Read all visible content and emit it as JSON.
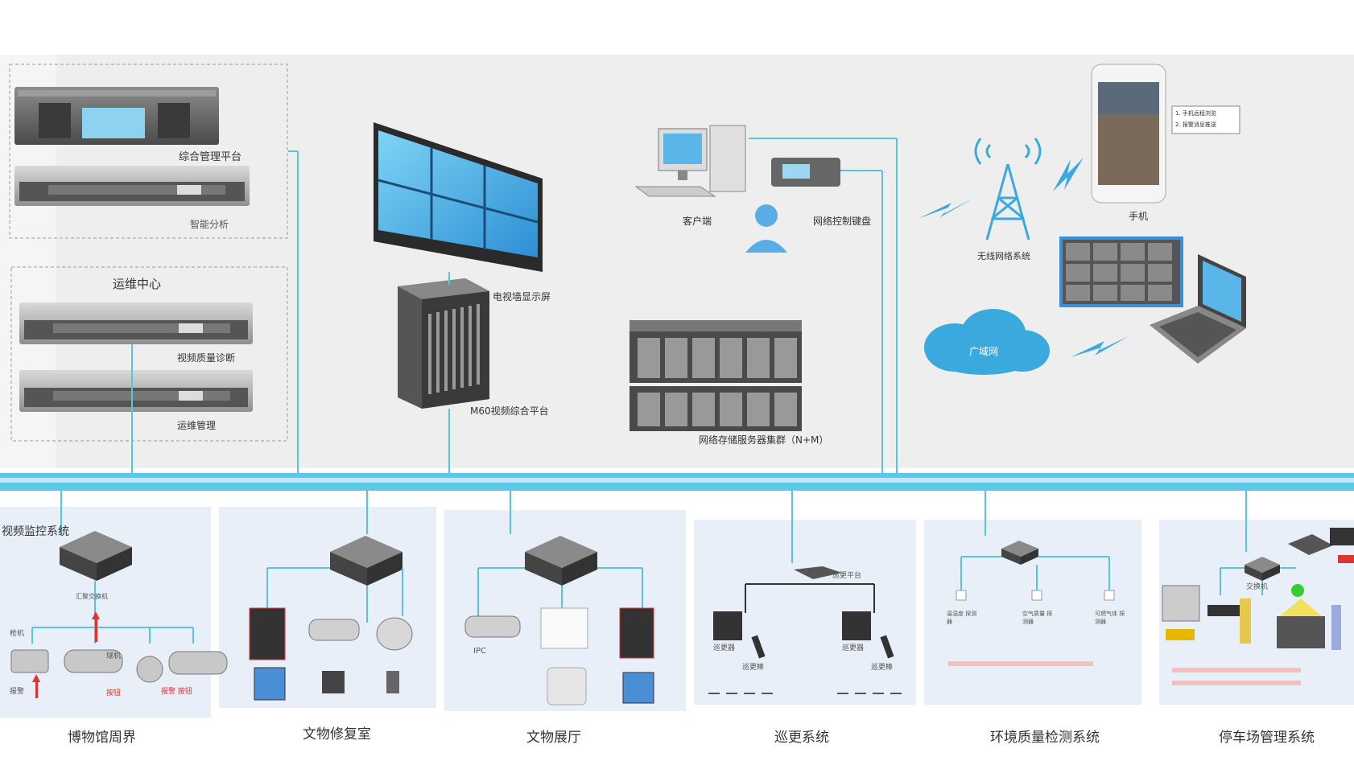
{
  "colors": {
    "bus": "#5bc8ea",
    "line": "#58c4e0",
    "panel": "#f0f0f0",
    "subpanel": "#e9eff8",
    "red": "#d33"
  },
  "top": {
    "server1": "综合管理平台",
    "server2": "智能分析",
    "ops_title": "运维中心",
    "server3": "视频质量诊断",
    "server4": "运维管理",
    "video_wall": "电视墙显示屏",
    "platform": "M60视频综合平台",
    "client": "客户端",
    "keyboard": "网络控制键盘",
    "storage": "网络存储服务器集群（N+M）",
    "tower": "无线网络系统",
    "phone": "手机",
    "cloud": "广域网",
    "phone_note1": "1. 手机远程浏览",
    "phone_note2": "2. 报警消息推送"
  },
  "bottom": {
    "s1_header": "视频监控系统",
    "s1_switch": "汇聚交换机",
    "s1_cam_a": "枪机",
    "s1_cam_b": "球机",
    "s1_guard": "报警",
    "s1_alarm": "报警 按钮",
    "s1_alarm2": "按钮",
    "s1_caption": "博物馆周界",
    "s2_caption": "文物修复室",
    "s3_ipc": "IPC",
    "s3_caption": "文物展厅",
    "s4_ctrl": "巡更平台",
    "s4_dev1": "巡更器",
    "s4_dev2": "巡更棒",
    "s4_dev3": "巡更器",
    "s4_dev4": "巡更棒",
    "s4_caption": "巡更系统",
    "s5_sensor1": "温湿度 探测器",
    "s5_sensor2": "空气质量 探测器",
    "s5_sensor3": "可燃气体 探测器",
    "s5_caption": "环境质量检测系统",
    "s6_dev": "交换机",
    "s6_caption": "停车场管理系统"
  }
}
